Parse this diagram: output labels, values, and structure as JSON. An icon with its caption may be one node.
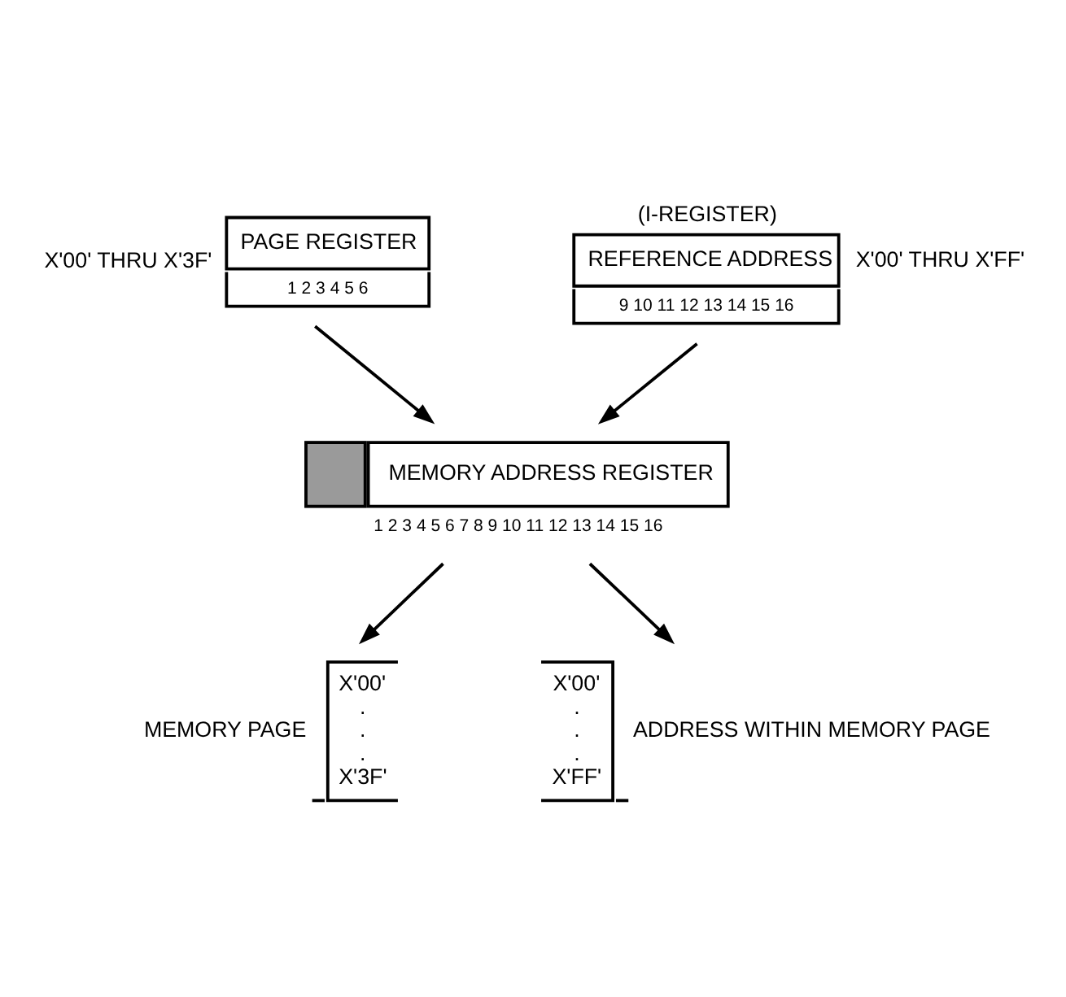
{
  "diagram": {
    "nodes": [
      {
        "text": [
          "PAGE REGISTER",
          "1 2 3 4 5 6"
        ],
        "beside": [
          "X'00' THRU X'3F'"
        ]
      },
      {
        "text": [
          "(I-REGISTER)",
          "REFERENCE ADDRESS",
          "9 10 11 12 13 14 15 16"
        ],
        "beside": [
          "X'00' THRU X'FF'"
        ]
      },
      {
        "text": [
          "MEMORY ADDRESS REGISTER",
          "1 2 3 4 5 6 7 8 9 10 11 12 13 14 15 16"
        ]
      },
      {
        "text": [
          "MEMORY PAGE",
          "X'00'",
          ".",
          ".",
          ".",
          "X'3F'"
        ]
      },
      {
        "text": [
          "ADDRESS WITHIN MEMORY PAGE",
          "X'00'",
          ".",
          ".",
          ".",
          "X'FF'"
        ]
      }
    ],
    "edges": [
      {
        "from": 0,
        "to": 2,
        "arrow": "to"
      },
      {
        "from": 1,
        "to": 2,
        "arrow": "to"
      },
      {
        "from": 2,
        "to": 3,
        "arrow": "to"
      },
      {
        "from": 2,
        "to": 4,
        "arrow": "to"
      }
    ]
  }
}
